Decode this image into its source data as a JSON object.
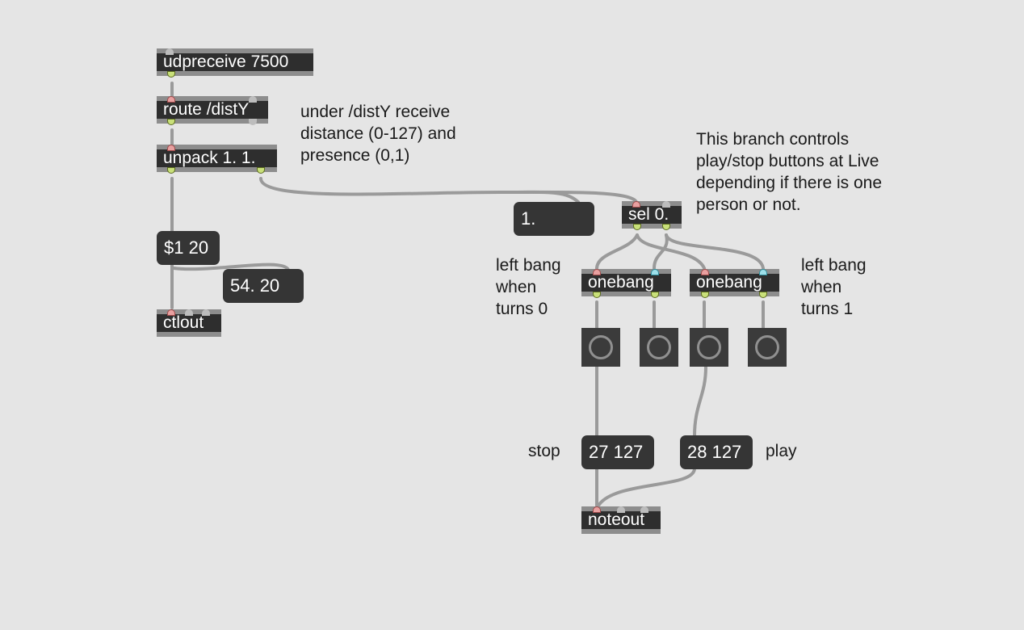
{
  "objects": {
    "udpreceive": "udpreceive 7500",
    "route": "route /distY",
    "unpack": "unpack 1. 1.",
    "ctlout": "ctlout",
    "sel": "sel 0.",
    "onebang_left": "onebang",
    "onebang_right": "onebang",
    "noteout": "noteout"
  },
  "messages": {
    "dollar": "$1 20",
    "dollar_out": "54. 20",
    "stop": "27 127",
    "play": "28 127"
  },
  "number_box": "1.",
  "comments": {
    "osc": "under /distY receive\ndistance (0-127) and\npresence (0,1)",
    "branch": "This branch controls\nplay/stop buttons at Live\ndepending if there is one\nperson or not.",
    "left_bang_0": "left bang\nwhen\nturns 0",
    "left_bang_1": "left bang\nwhen\nturns 1",
    "stop": "stop",
    "play": "play"
  },
  "colors": {
    "canvas": "#e5e5e5",
    "object_body": "#2e2e2e",
    "object_border": "#8d8d8d",
    "inlet": "#e8a0a0",
    "outlet": "#c9e07a",
    "cold_inlet": "#9ee0ea"
  }
}
